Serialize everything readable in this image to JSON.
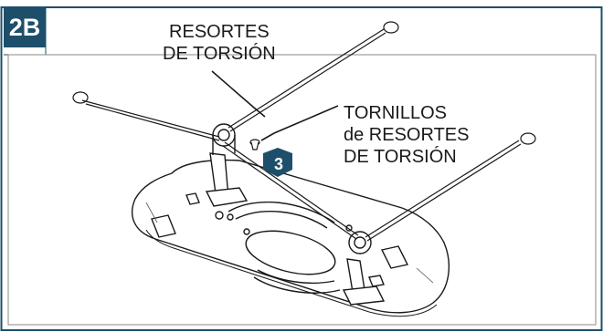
{
  "step_badge": "2B",
  "callout_springs": {
    "line1": "RESORTES",
    "line2": "DE TORSIÓN"
  },
  "callout_screws": {
    "line1": "TORNILLOS",
    "line2": "de RESORTES",
    "line3": "DE TORSIÓN"
  },
  "step_number": "3",
  "colors": {
    "accent": "#1d4f6b",
    "frame": "#1d4f6b",
    "line": "#1a1a1a"
  }
}
